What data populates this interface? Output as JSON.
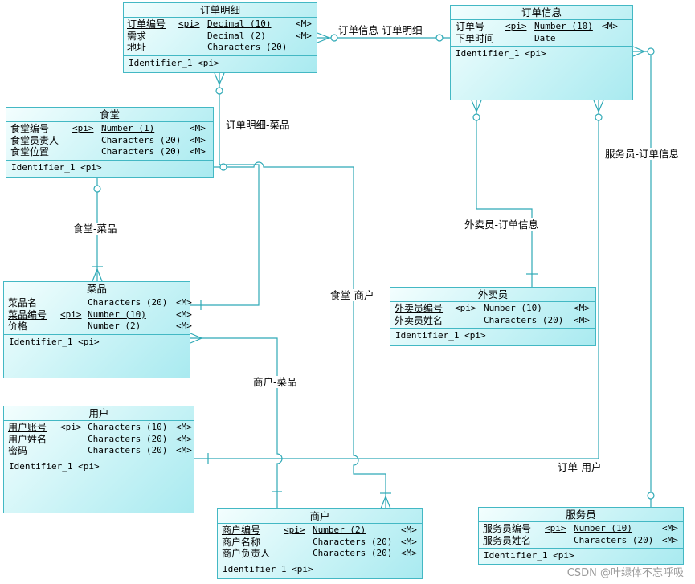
{
  "entities": {
    "dingdanmingxi": {
      "title": "订单明细",
      "attributes": [
        {
          "name": "订单编号",
          "pi": "<pi>",
          "type": "Decimal (10)",
          "mand": "<M>",
          "primary": true
        },
        {
          "name": "需求",
          "pi": "",
          "type": "Decimal (2)",
          "mand": "<M>",
          "primary": false
        },
        {
          "name": "地址",
          "pi": "",
          "type": "Characters (20)",
          "mand": "",
          "primary": false
        }
      ],
      "identifier": "Identifier_1  <pi>"
    },
    "dingdanxinxi": {
      "title": "订单信息",
      "attributes": [
        {
          "name": "订单号",
          "pi": "<pi>",
          "type": "Number (10)",
          "mand": "<M>",
          "primary": true
        },
        {
          "name": "下单时间",
          "pi": "",
          "type": "Date",
          "mand": "",
          "primary": false
        }
      ],
      "identifier": "Identifier_1  <pi>"
    },
    "shitang": {
      "title": "食堂",
      "attributes": [
        {
          "name": "食堂编号",
          "pi": "<pi>",
          "type": "Number (1)",
          "mand": "<M>",
          "primary": true
        },
        {
          "name": "食堂员责人",
          "pi": "",
          "type": "Characters (20)",
          "mand": "<M>",
          "primary": false
        },
        {
          "name": "食堂位置",
          "pi": "",
          "type": "Characters (20)",
          "mand": "<M>",
          "primary": false
        }
      ],
      "identifier": "Identifier_1  <pi>"
    },
    "caipin": {
      "title": "菜品",
      "attributes": [
        {
          "name": "菜品名",
          "pi": "",
          "type": "Characters (20)",
          "mand": "<M>",
          "primary": false
        },
        {
          "name": "菜品编号",
          "pi": "<pi>",
          "type": "Number (10)",
          "mand": "<M>",
          "primary": true
        },
        {
          "name": "价格",
          "pi": "",
          "type": "Number (2)",
          "mand": "<M>",
          "primary": false
        }
      ],
      "identifier": "Identifier_1  <pi>"
    },
    "waimaiyuan": {
      "title": "外卖员",
      "attributes": [
        {
          "name": "外卖员编号",
          "pi": "<pi>",
          "type": "Number (10)",
          "mand": "<M>",
          "primary": true
        },
        {
          "name": "外卖员姓名",
          "pi": "",
          "type": "Characters (20)",
          "mand": "<M>",
          "primary": false
        }
      ],
      "identifier": "Identifier_1  <pi>"
    },
    "yonghu": {
      "title": "用户",
      "attributes": [
        {
          "name": "用户账号",
          "pi": "<pi>",
          "type": "Characters (10)",
          "mand": "<M>",
          "primary": true
        },
        {
          "name": "用户姓名",
          "pi": "",
          "type": "Characters (20)",
          "mand": "<M>",
          "primary": false
        },
        {
          "name": "密码",
          "pi": "",
          "type": "Characters (20)",
          "mand": "<M>",
          "primary": false
        }
      ],
      "identifier": "Identifier_1  <pi>"
    },
    "shanghu": {
      "title": "商户",
      "attributes": [
        {
          "name": "商户编号",
          "pi": "<pi>",
          "type": "Number (2)",
          "mand": "<M>",
          "primary": true
        },
        {
          "name": "商户名称",
          "pi": "",
          "type": "Characters (20)",
          "mand": "<M>",
          "primary": false
        },
        {
          "name": "商户负责人",
          "pi": "",
          "type": "Characters (20)",
          "mand": "<M>",
          "primary": false
        }
      ],
      "identifier": "Identifier_1  <pi>"
    },
    "fuwuyuan": {
      "title": "服务员",
      "attributes": [
        {
          "name": "服务员编号",
          "pi": "<pi>",
          "type": "Number (10)",
          "mand": "<M>",
          "primary": true
        },
        {
          "name": "服务员姓名",
          "pi": "",
          "type": "Characters (20)",
          "mand": "<M>",
          "primary": false
        }
      ],
      "identifier": "Identifier_1  <pi>"
    }
  },
  "relationships": {
    "xinxi_mingxi": "订单信息-订单明细",
    "mingxi_caipin": "订单明细-菜品",
    "shitang_caipin": "食堂-菜品",
    "shitang_shanghu": "食堂-商户",
    "waimai_xinxi": "外卖员-订单信息",
    "fuwu_xinxi": "服务员-订单信息",
    "shanghu_caipin": "商户-菜品",
    "dingdan_yonghu": "订单-用户"
  },
  "watermark": "CSDN @叶绿体不忘呼吸",
  "colors": {
    "line": "#2fa9b6",
    "entity_border": "#43b8c4"
  }
}
